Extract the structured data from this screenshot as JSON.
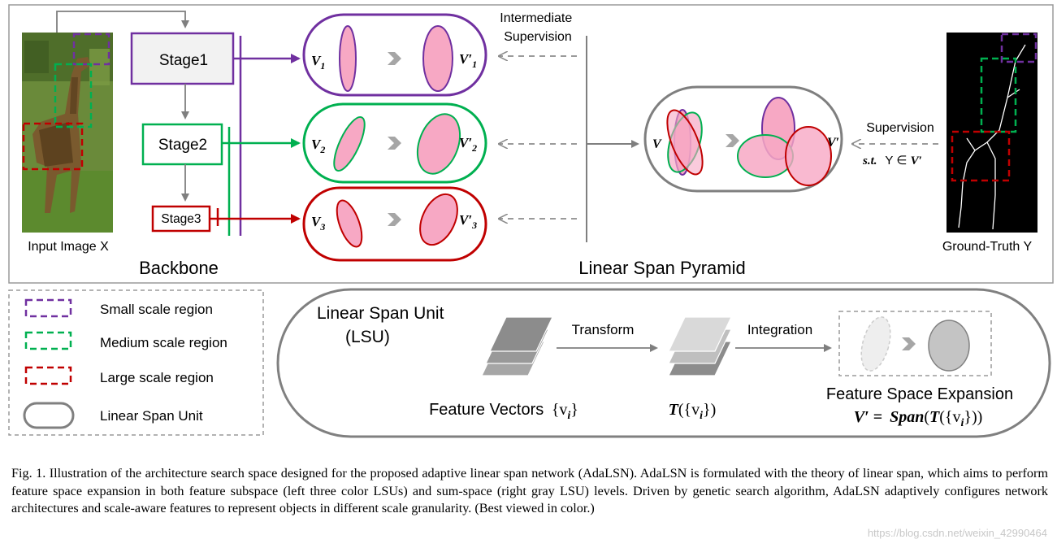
{
  "figure": {
    "input_label": "Input Image X",
    "backbone_label": "Backbone",
    "stages": [
      "Stage1",
      "Stage2",
      "Stage3"
    ],
    "intermediate_supervision": [
      "Intermediate",
      "Supervision"
    ],
    "lsp_label": "Linear Span Pyramid",
    "supervision_label": "Supervision",
    "constraint_st": "s.t.",
    "constraint_rest": "Y ∈",
    "constraint_v": "V′",
    "ground_truth_label": "Ground-Truth Y",
    "lsu_rows": [
      {
        "v": "V",
        "sub": "1",
        "vp": "V′",
        "vp_sub": "1",
        "color": "#7030A0"
      },
      {
        "v": "V",
        "sub": "2",
        "vp": "V′",
        "vp_sub": "2",
        "color": "#00B050"
      },
      {
        "v": "V",
        "sub": "3",
        "vp": "V′",
        "vp_sub": "3",
        "color": "#C00000"
      }
    ],
    "pyramid_v": "V",
    "pyramid_vp": "V′"
  },
  "legend": {
    "items": [
      {
        "label": "Small scale region",
        "color": "#7030A0"
      },
      {
        "label": "Medium scale region",
        "color": "#00B050"
      },
      {
        "label": "Large scale region",
        "color": "#C00000"
      },
      {
        "label": "Linear Span Unit",
        "color": "#808080"
      }
    ]
  },
  "lsu": {
    "title_line1": "Linear Span Unit",
    "title_line2": "(LSU)",
    "transform_label": "Transform",
    "integration_label": "Integration",
    "feature_vectors_label": "Feature Vectors",
    "feature_vectors_math": "{v",
    "feature_vectors_sub": "i",
    "feature_vectors_close": "}",
    "t_math": "T",
    "t_open": "({v",
    "t_sub": "i",
    "t_close": "})",
    "expansion_label": "Feature Space Expansion",
    "expansion_math_lhs": "V′ =",
    "expansion_span": "Span",
    "expansion_t": "T",
    "expansion_open": "({v",
    "expansion_sub": "i",
    "expansion_close": "}))"
  },
  "caption": "Fig. 1.  Illustration of the architecture search space designed for the proposed adaptive linear span network (AdaLSN). AdaLSN is formulated with the theory of linear span, which aims to perform feature space expansion in both feature subspace (left three color LSUs) and sum-space (right gray LSU) levels. Driven by genetic search algorithm, AdaLSN adaptively configures network architectures and scale-aware features to represent objects in different scale granularity. (Best viewed in color.)",
  "watermark": "https://blog.csdn.net/weixin_42990464",
  "colors": {
    "purple": "#7030A0",
    "green": "#00B050",
    "red": "#C00000",
    "pink": "#F7A8C4",
    "gray": "#808080"
  }
}
